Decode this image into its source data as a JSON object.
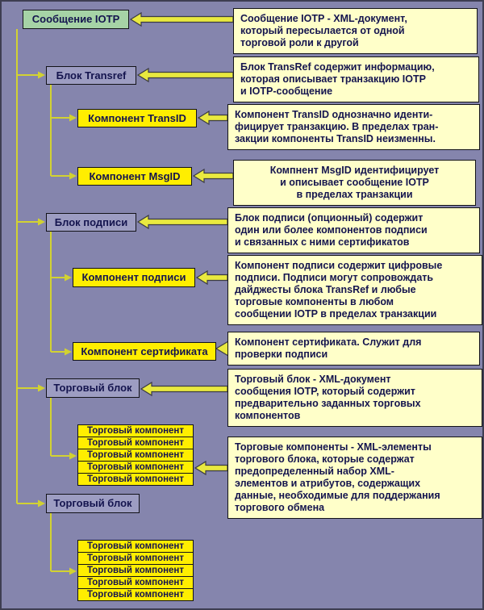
{
  "colors": {
    "background": "#8585ad",
    "message_box": "#a6d3a6",
    "block_box": "#9d9dc2",
    "component_box": "#ffee00",
    "note_box": "#ffffc9",
    "connector": "#d2d232",
    "arrow_fill": "#e9e93f",
    "text": "#14144e"
  },
  "diagram": {
    "nodes": {
      "message": {
        "label": "Сообщение IOTP"
      },
      "transref": {
        "label": "Блок Transref"
      },
      "transid": {
        "label": "Компонент TransID"
      },
      "msgid": {
        "label": "Компонент MsgID"
      },
      "signature_block": {
        "label": "Блок подписи"
      },
      "signature_component": {
        "label": "Компонент подписи"
      },
      "certificate_component": {
        "label": "Компонент сертификата"
      },
      "trading_block_1": {
        "label": "Торговый блок"
      },
      "trading_block_2": {
        "label": "Торговый блок"
      },
      "trading_component": {
        "label": "Торговый компонент"
      }
    },
    "notes": [
      "Сообщение IOTP - XML-документ,\nкоторый пересылается от одной\nторговой роли к другой",
      "Блок TransRef содержит информацию,\nкоторая описывает транзакцию IOTP\nи IOTP-сообщение",
      "Компонент TransID однозначно иденти-\nфицирует транзакцию. В пределах тран-\nзакции компоненты TransID неизменны.",
      "Компнент MsgID идентифицирует\nи описывает сообщение IOTP\nв пределах транзакции",
      "Блок подписи (опционный) содержит\nодин или более компонентов подписи\nи связанных с ними сертификатов",
      "Компонент подписи содержит цифровые\nподписи. Подписи могут сопровождать\nдайджесты блока TransRef и любые\nторговые компоненты в любом\nсообщении IOTP в пределах транзакции",
      "Компонент сертификата. Служит для\nпроверки подписи",
      "Торговый блок - XML-документ\nсообщения IOTP, который содержит\nпредварительно заданных торговых\nкомпонентов",
      "Торговые компоненты - XML-элементы\nторгового блока, которые содержат\nпредопределенный набор XML-\nэлементов и атрибутов, содержащих\nданные, необходимые для поддержания\nторгового обмена"
    ]
  }
}
